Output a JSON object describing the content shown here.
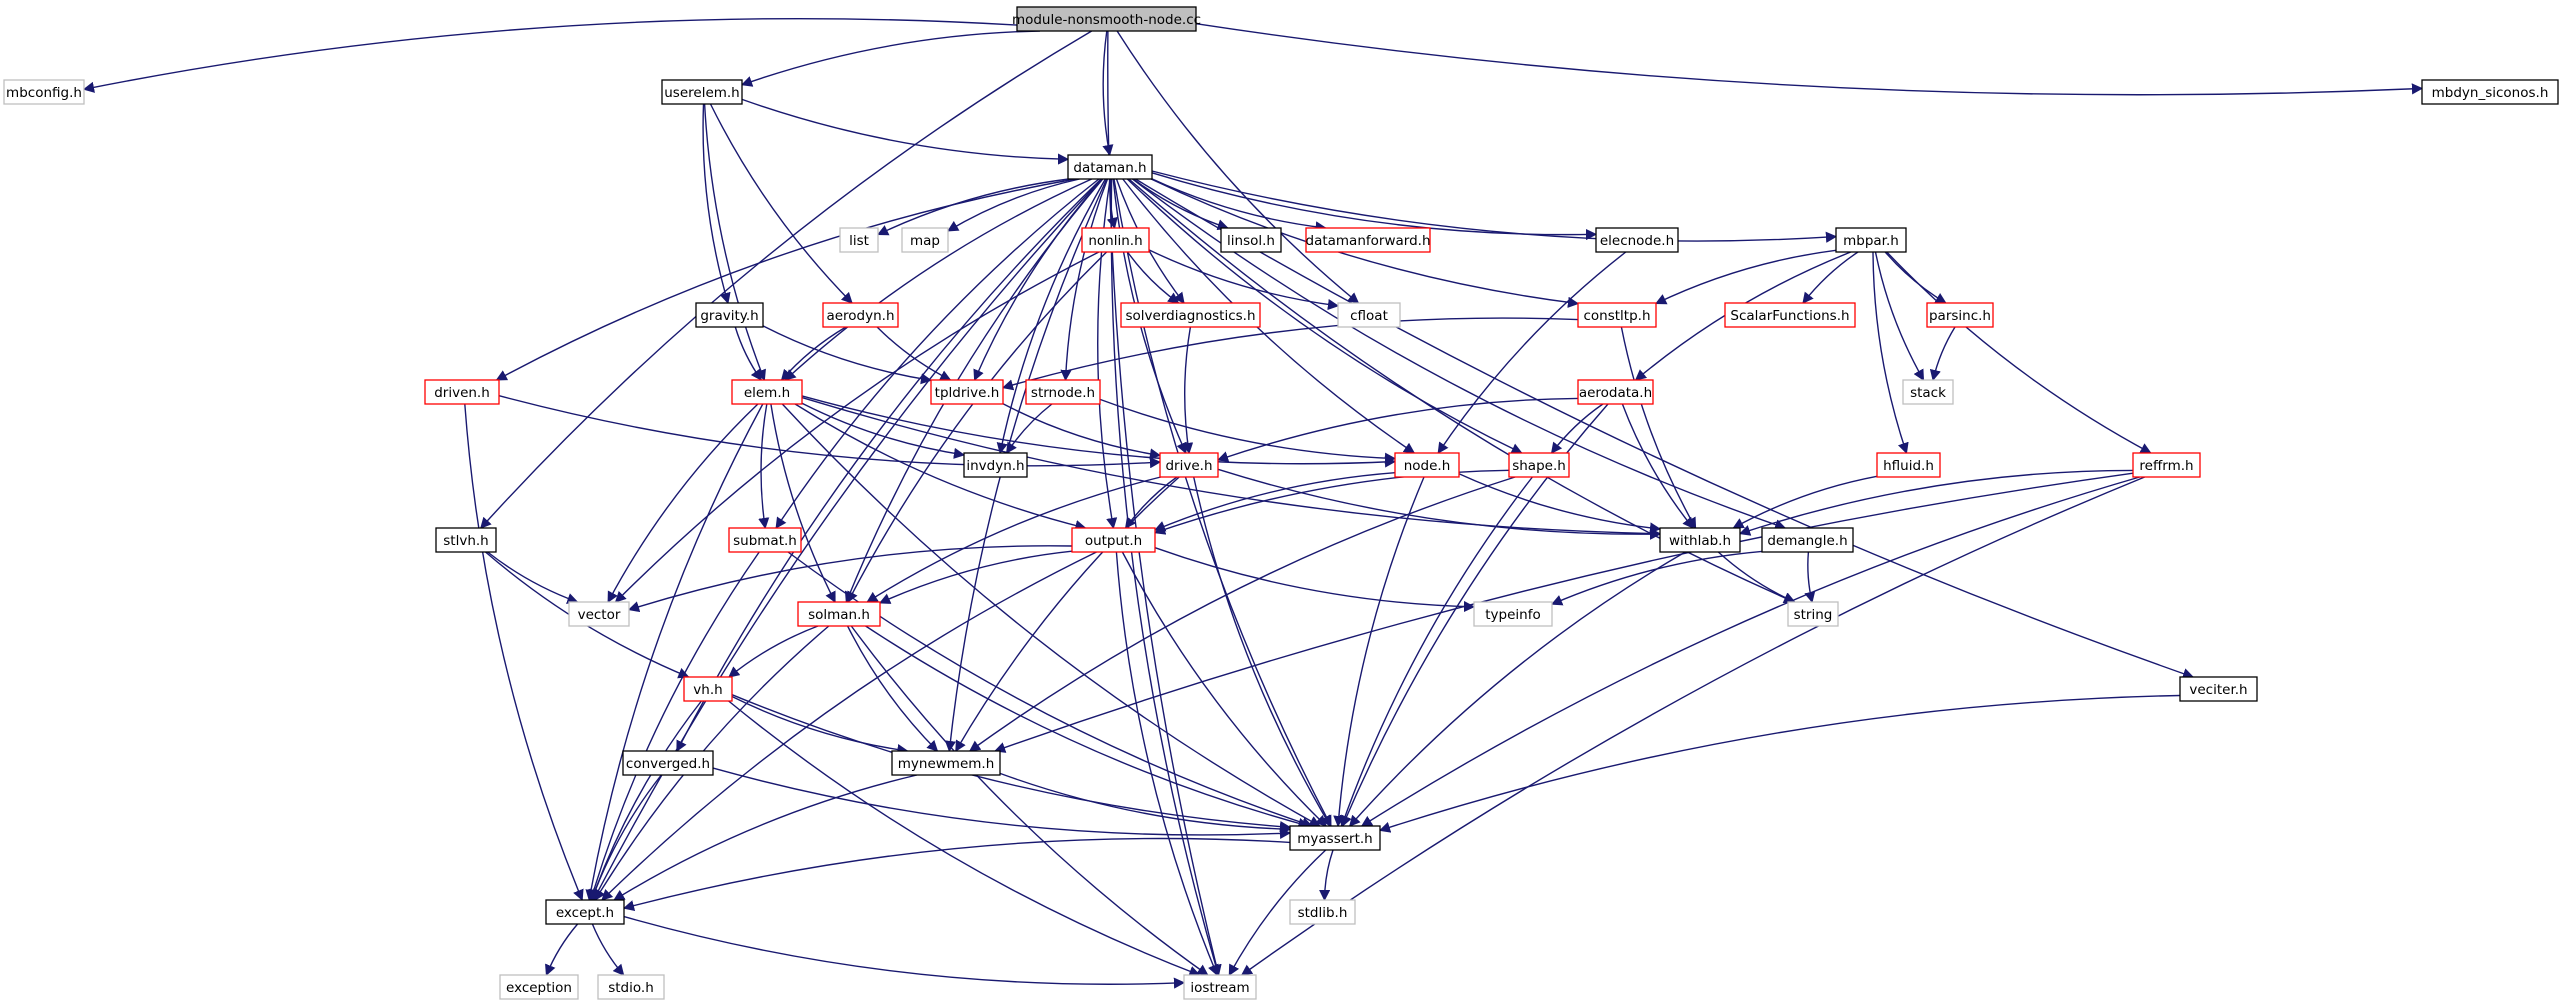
{
  "graph": {
    "edge_color": "#191970",
    "node_styles": {
      "root": {
        "fill": "#bfbfbf",
        "stroke": "#000000"
      },
      "doc": {
        "fill": "#ffffff",
        "stroke": "#000000"
      },
      "trunc": {
        "fill": "#ffffff",
        "stroke": "#ff0000"
      },
      "sys": {
        "fill": "#ffffff",
        "stroke": "#bfbfbf"
      }
    },
    "nodes": [
      {
        "id": "root",
        "label": "module-nonsmooth-node.cc",
        "style": "root"
      },
      {
        "id": "mbconfig",
        "label": "mbconfig.h",
        "style": "sys"
      },
      {
        "id": "userelem",
        "label": "userelem.h",
        "style": "doc"
      },
      {
        "id": "mbdyn_siconos",
        "label": "mbdyn_siconos.h",
        "style": "doc"
      },
      {
        "id": "dataman",
        "label": "dataman.h",
        "style": "doc"
      },
      {
        "id": "list",
        "label": "list",
        "style": "sys"
      },
      {
        "id": "map",
        "label": "map",
        "style": "sys"
      },
      {
        "id": "nonlin",
        "label": "nonlin.h",
        "style": "trunc"
      },
      {
        "id": "linsol",
        "label": "linsol.h",
        "style": "doc"
      },
      {
        "id": "datamanforward",
        "label": "datamanforward.h",
        "style": "trunc"
      },
      {
        "id": "elecnode",
        "label": "elecnode.h",
        "style": "doc"
      },
      {
        "id": "mbpar",
        "label": "mbpar.h",
        "style": "doc"
      },
      {
        "id": "gravity",
        "label": "gravity.h",
        "style": "doc"
      },
      {
        "id": "aerodyn",
        "label": "aerodyn.h",
        "style": "trunc"
      },
      {
        "id": "solverdiag",
        "label": "solverdiagnostics.h",
        "style": "trunc"
      },
      {
        "id": "cfloat",
        "label": "cfloat",
        "style": "sys"
      },
      {
        "id": "constltp",
        "label": "constltp.h",
        "style": "trunc"
      },
      {
        "id": "scalarfn",
        "label": "ScalarFunctions.h",
        "style": "trunc"
      },
      {
        "id": "parsinc",
        "label": "parsinc.h",
        "style": "trunc"
      },
      {
        "id": "driven",
        "label": "driven.h",
        "style": "trunc"
      },
      {
        "id": "elem",
        "label": "elem.h",
        "style": "trunc"
      },
      {
        "id": "tpldrive",
        "label": "tpldrive.h",
        "style": "trunc"
      },
      {
        "id": "stmode",
        "label": "strnode.h",
        "style": "trunc"
      },
      {
        "id": "aerodata",
        "label": "aerodata.h",
        "style": "trunc"
      },
      {
        "id": "stack",
        "label": "stack",
        "style": "sys"
      },
      {
        "id": "invdyn",
        "label": "invdyn.h",
        "style": "doc"
      },
      {
        "id": "drive",
        "label": "drive.h",
        "style": "trunc"
      },
      {
        "id": "node",
        "label": "node.h",
        "style": "trunc"
      },
      {
        "id": "shape",
        "label": "shape.h",
        "style": "trunc"
      },
      {
        "id": "hfluid",
        "label": "hfluid.h",
        "style": "trunc"
      },
      {
        "id": "reffrm",
        "label": "reffrm.h",
        "style": "trunc"
      },
      {
        "id": "stlvh",
        "label": "stlvh.h",
        "style": "doc"
      },
      {
        "id": "submat",
        "label": "submat.h",
        "style": "trunc"
      },
      {
        "id": "output",
        "label": "output.h",
        "style": "trunc"
      },
      {
        "id": "withlab",
        "label": "withlab.h",
        "style": "doc"
      },
      {
        "id": "demangle",
        "label": "demangle.h",
        "style": "doc"
      },
      {
        "id": "vector",
        "label": "vector",
        "style": "sys"
      },
      {
        "id": "solman",
        "label": "solman.h",
        "style": "trunc"
      },
      {
        "id": "typeinfo",
        "label": "typeinfo",
        "style": "sys"
      },
      {
        "id": "string",
        "label": "string",
        "style": "sys"
      },
      {
        "id": "vh",
        "label": "vh.h",
        "style": "trunc"
      },
      {
        "id": "veciter",
        "label": "veciter.h",
        "style": "doc"
      },
      {
        "id": "converged",
        "label": "converged.h",
        "style": "doc"
      },
      {
        "id": "mynewmem",
        "label": "mynewmem.h",
        "style": "doc"
      },
      {
        "id": "myassert",
        "label": "myassert.h",
        "style": "doc"
      },
      {
        "id": "except",
        "label": "except.h",
        "style": "doc"
      },
      {
        "id": "stdlib",
        "label": "stdlib.h",
        "style": "sys"
      },
      {
        "id": "exception",
        "label": "exception",
        "style": "sys"
      },
      {
        "id": "stdio",
        "label": "stdio.h",
        "style": "sys"
      },
      {
        "id": "iostream",
        "label": "iostream",
        "style": "sys"
      }
    ],
    "edges": [
      [
        "root",
        "mbconfig"
      ],
      [
        "root",
        "userelem"
      ],
      [
        "root",
        "dataman"
      ],
      [
        "root",
        "mbdyn_siconos"
      ],
      [
        "root",
        "stlvh"
      ],
      [
        "root",
        "iostream"
      ],
      [
        "root",
        "cfloat"
      ],
      [
        "userelem",
        "dataman"
      ],
      [
        "userelem",
        "gravity"
      ],
      [
        "userelem",
        "aerodyn"
      ],
      [
        "userelem",
        "elem"
      ],
      [
        "dataman",
        "list"
      ],
      [
        "dataman",
        "map"
      ],
      [
        "dataman",
        "nonlin"
      ],
      [
        "dataman",
        "linsol"
      ],
      [
        "dataman",
        "datamanforward"
      ],
      [
        "dataman",
        "elecnode"
      ],
      [
        "dataman",
        "mbpar"
      ],
      [
        "dataman",
        "driven"
      ],
      [
        "dataman",
        "elem"
      ],
      [
        "dataman",
        "tpldrive"
      ],
      [
        "dataman",
        "stmode"
      ],
      [
        "dataman",
        "solverdiag"
      ],
      [
        "dataman",
        "drive"
      ],
      [
        "dataman",
        "node"
      ],
      [
        "dataman",
        "shape"
      ],
      [
        "dataman",
        "constltp"
      ],
      [
        "dataman",
        "output"
      ],
      [
        "dataman",
        "invdyn"
      ],
      [
        "dataman",
        "submat"
      ],
      [
        "dataman",
        "solman"
      ],
      [
        "dataman",
        "mynewmem"
      ],
      [
        "dataman",
        "converged"
      ],
      [
        "dataman",
        "except"
      ],
      [
        "dataman",
        "demangle"
      ],
      [
        "dataman",
        "string"
      ],
      [
        "dataman",
        "veciter"
      ],
      [
        "dataman",
        "myassert"
      ],
      [
        "dataman",
        "iostream"
      ],
      [
        "nonlin",
        "solverdiag"
      ],
      [
        "nonlin",
        "cfloat"
      ],
      [
        "nonlin",
        "vector"
      ],
      [
        "nonlin",
        "solman"
      ],
      [
        "elecnode",
        "node"
      ],
      [
        "mbpar",
        "constltp"
      ],
      [
        "mbpar",
        "scalarfn"
      ],
      [
        "mbpar",
        "parsinc"
      ],
      [
        "mbpar",
        "aerodata"
      ],
      [
        "mbpar",
        "stack"
      ],
      [
        "mbpar",
        "hfluid"
      ],
      [
        "mbpar",
        "reffrm"
      ],
      [
        "parsinc",
        "stack"
      ],
      [
        "gravity",
        "elem"
      ],
      [
        "gravity",
        "tpldrive"
      ],
      [
        "aerodyn",
        "elem"
      ],
      [
        "aerodyn",
        "tpldrive"
      ],
      [
        "solverdiag",
        "drive"
      ],
      [
        "constltp",
        "tpldrive"
      ],
      [
        "constltp",
        "withlab"
      ],
      [
        "driven",
        "drive"
      ],
      [
        "driven",
        "except"
      ],
      [
        "elem",
        "invdyn"
      ],
      [
        "elem",
        "output"
      ],
      [
        "elem",
        "submat"
      ],
      [
        "elem",
        "solman"
      ],
      [
        "elem",
        "vector"
      ],
      [
        "elem",
        "except"
      ],
      [
        "elem",
        "myassert"
      ],
      [
        "elem",
        "node"
      ],
      [
        "elem",
        "withlab"
      ],
      [
        "tpldrive",
        "drive"
      ],
      [
        "stmode",
        "invdyn"
      ],
      [
        "stmode",
        "node"
      ],
      [
        "aerodata",
        "drive"
      ],
      [
        "aerodata",
        "shape"
      ],
      [
        "aerodata",
        "withlab"
      ],
      [
        "aerodata",
        "myassert"
      ],
      [
        "drive",
        "output"
      ],
      [
        "drive",
        "withlab"
      ],
      [
        "drive",
        "solman"
      ],
      [
        "drive",
        "mynewmem"
      ],
      [
        "drive",
        "myassert"
      ],
      [
        "node",
        "output"
      ],
      [
        "node",
        "withlab"
      ],
      [
        "node",
        "myassert"
      ],
      [
        "shape",
        "output"
      ],
      [
        "shape",
        "mynewmem"
      ],
      [
        "shape",
        "myassert"
      ],
      [
        "hfluid",
        "withlab"
      ],
      [
        "reffrm",
        "withlab"
      ],
      [
        "reffrm",
        "mynewmem"
      ],
      [
        "reffrm",
        "myassert"
      ],
      [
        "reffrm",
        "iostream"
      ],
      [
        "stlvh",
        "vector"
      ],
      [
        "stlvh",
        "vh"
      ],
      [
        "submat",
        "except"
      ],
      [
        "submat",
        "myassert"
      ],
      [
        "output",
        "solman"
      ],
      [
        "output",
        "vector"
      ],
      [
        "output",
        "typeinfo"
      ],
      [
        "output",
        "except"
      ],
      [
        "output",
        "myassert"
      ],
      [
        "output",
        "iostream"
      ],
      [
        "withlab",
        "string"
      ],
      [
        "withlab",
        "myassert"
      ],
      [
        "demangle",
        "typeinfo"
      ],
      [
        "demangle",
        "string"
      ],
      [
        "solman",
        "vh"
      ],
      [
        "solman",
        "mynewmem"
      ],
      [
        "solman",
        "except"
      ],
      [
        "solman",
        "myassert"
      ],
      [
        "solman",
        "iostream"
      ],
      [
        "vh",
        "mynewmem"
      ],
      [
        "vh",
        "except"
      ],
      [
        "vh",
        "myassert"
      ],
      [
        "vh",
        "iostream"
      ],
      [
        "veciter",
        "myassert"
      ],
      [
        "converged",
        "except"
      ],
      [
        "converged",
        "myassert"
      ],
      [
        "mynewmem",
        "myassert"
      ],
      [
        "mynewmem",
        "except"
      ],
      [
        "myassert",
        "except"
      ],
      [
        "myassert",
        "stdlib"
      ],
      [
        "myassert",
        "iostream"
      ],
      [
        "except",
        "exception"
      ],
      [
        "except",
        "stdio"
      ],
      [
        "except",
        "iostream"
      ]
    ]
  }
}
